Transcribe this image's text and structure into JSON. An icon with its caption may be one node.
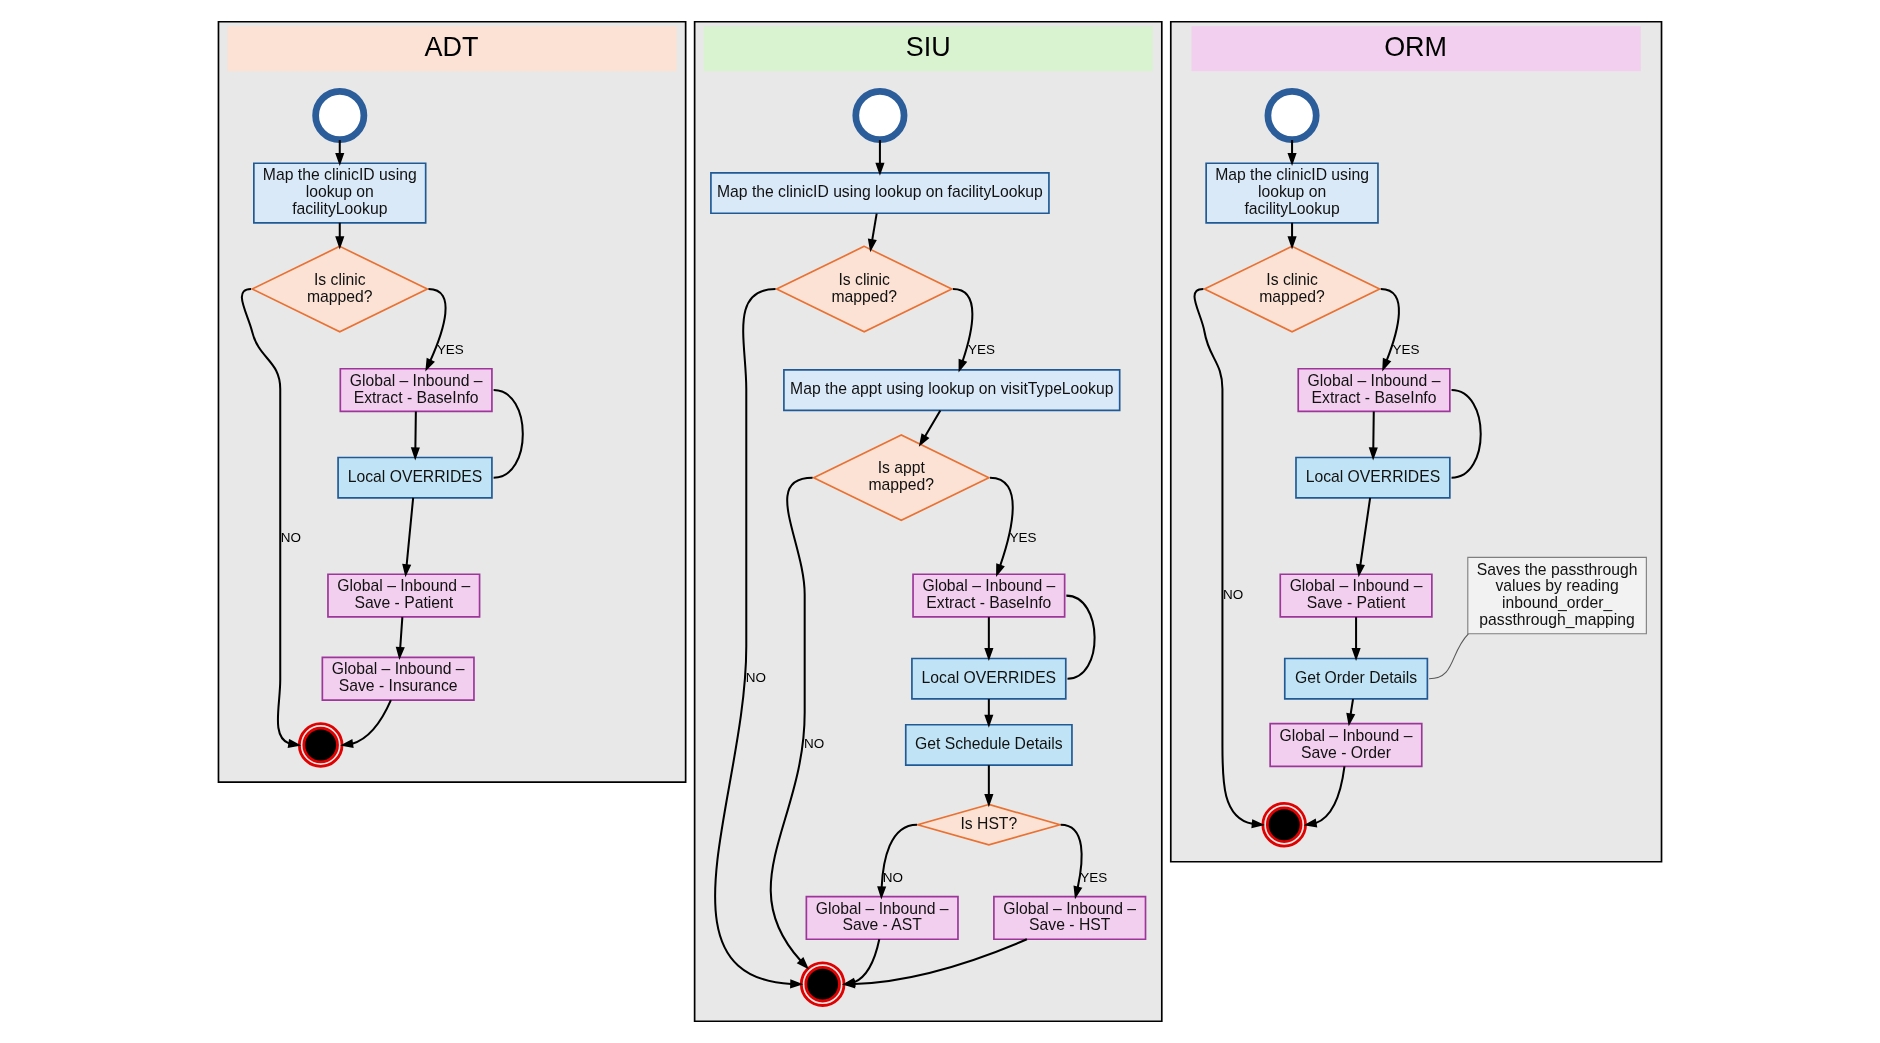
{
  "diagram": {
    "nodes": [
      {
        "text": [
          "ADT"
        ]
      },
      {
        "text": [],
        "shape": "circle",
        "in": 0
      },
      {
        "text": [
          "Map the clinicID using lookup on facilityLookup"
        ],
        "in": 0
      },
      {
        "text": [
          "Is clinic mapped?"
        ],
        "in": 0
      },
      {
        "text": [
          "Global – Inbound – Extract - BaseInfo"
        ],
        "in": 0
      },
      {
        "text": [
          "Local OVERRIDES"
        ],
        "in": 0
      },
      {
        "text": [
          "Global – Inbound – Save - Patient"
        ],
        "in": 0
      },
      {
        "text": [
          "Global – Inbound – Save - Insurance"
        ],
        "in": 0
      },
      {
        "text": [],
        "shape": "circle",
        "in": 0
      },
      {
        "text": [
          "SIU"
        ]
      },
      {
        "text": [],
        "shape": "circle",
        "in": 9
      },
      {
        "text": [
          "Map the clinicID using lookup on facilityLookup"
        ],
        "in": 9
      },
      {
        "text": [
          "Is clinic mapped?"
        ],
        "in": 9
      },
      {
        "text": [
          "Map the appt using lookup on visitTypeLookup"
        ],
        "in": 9
      },
      {
        "text": [
          "Is appt mapped?"
        ],
        "in": 9
      },
      {
        "text": [
          "Global – Inbound – Extract - BaseInfo"
        ],
        "in": 9
      },
      {
        "text": [
          "Local OVERRIDES"
        ],
        "in": 9
      },
      {
        "text": [
          "Get Schedule Details"
        ],
        "in": 9
      },
      {
        "text": [
          "Is HST?"
        ],
        "in": 9
      },
      {
        "text": [
          "Global – Inbound – Save - AST"
        ],
        "in": 9
      },
      {
        "text": [
          "Global – Inbound – Save - HST"
        ],
        "in": 9
      },
      {
        "text": [],
        "shape": "circle",
        "in": 9
      },
      {
        "text": [
          "ORM"
        ]
      },
      {
        "text": [],
        "shape": "circle",
        "in": 22
      },
      {
        "text": [
          "Map the clinicID using lookup on facilityLookup"
        ],
        "in": 22
      },
      {
        "text": [
          "Is clinic mapped?"
        ],
        "in": 22
      },
      {
        "text": [
          "Global – Inbound – Extract - BaseInfo"
        ],
        "in": 22
      },
      {
        "text": [
          "Local OVERRIDES"
        ],
        "in": 22
      },
      {
        "text": [
          "Global – Inbound – Save - Patient"
        ],
        "in": 22
      },
      {
        "text": [
          "Get Order Details"
        ],
        "in": 22
      },
      {
        "text": [
          "Global – Inbound – Save - Order"
        ],
        "in": 22
      },
      {
        "text": [],
        "shape": "circle",
        "in": 22
      },
      {
        "text": [
          "Saves the passthrough values by reading inbound_order_ passthrough_mapping"
        ],
        "in": 22
      }
    ],
    "edges": [
      {
        "from": 1,
        "to": 2,
        "arrow": "to"
      },
      {
        "from": 2,
        "to": 3,
        "arrow": "to"
      },
      {
        "from": 3,
        "to": 8,
        "arrow": "to",
        "label": "NO"
      },
      {
        "from": 3,
        "to": 4,
        "arrow": "to",
        "label": "YES"
      },
      {
        "from": 4,
        "to": 5,
        "arrow": "to"
      },
      {
        "from": 4,
        "to": 5,
        "arrow": "none"
      },
      {
        "from": 5,
        "to": 6,
        "arrow": "to"
      },
      {
        "from": 6,
        "to": 7,
        "arrow": "to"
      },
      {
        "from": 7,
        "to": 8,
        "arrow": "to"
      },
      {
        "from": 10,
        "to": 11,
        "arrow": "to"
      },
      {
        "from": 11,
        "to": 12,
        "arrow": "to"
      },
      {
        "from": 12,
        "to": 21,
        "arrow": "to",
        "label": "NO"
      },
      {
        "from": 12,
        "to": 13,
        "arrow": "to",
        "label": "YES"
      },
      {
        "from": 13,
        "to": 14,
        "arrow": "to"
      },
      {
        "from": 14,
        "to": 21,
        "arrow": "to",
        "label": "NO"
      },
      {
        "from": 14,
        "to": 15,
        "arrow": "to",
        "label": "YES"
      },
      {
        "from": 15,
        "to": 16,
        "arrow": "to"
      },
      {
        "from": 15,
        "to": 16,
        "arrow": "none"
      },
      {
        "from": 16,
        "to": 17,
        "arrow": "to"
      },
      {
        "from": 17,
        "to": 18,
        "arrow": "to"
      },
      {
        "from": 18,
        "to": 19,
        "arrow": "to",
        "label": "NO"
      },
      {
        "from": 18,
        "to": 20,
        "arrow": "to",
        "label": "YES"
      },
      {
        "from": 19,
        "to": 21,
        "arrow": "to"
      },
      {
        "from": 20,
        "to": 21,
        "arrow": "to"
      },
      {
        "from": 23,
        "to": 24,
        "arrow": "to"
      },
      {
        "from": 24,
        "to": 25,
        "arrow": "to"
      },
      {
        "from": 25,
        "to": 31,
        "arrow": "to",
        "label": "NO"
      },
      {
        "from": 25,
        "to": 26,
        "arrow": "to",
        "label": "YES"
      },
      {
        "from": 26,
        "to": 27,
        "arrow": "to"
      },
      {
        "from": 26,
        "to": 27,
        "arrow": "none"
      },
      {
        "from": 27,
        "to": 28,
        "arrow": "to"
      },
      {
        "from": 28,
        "to": 29,
        "arrow": "to"
      },
      {
        "from": 29,
        "to": 30,
        "arrow": "to"
      },
      {
        "from": 30,
        "to": 31,
        "arrow": "to"
      },
      {
        "from": 32,
        "to": 29,
        "arrow": "none",
        "color": "#595959"
      }
    ]
  }
}
